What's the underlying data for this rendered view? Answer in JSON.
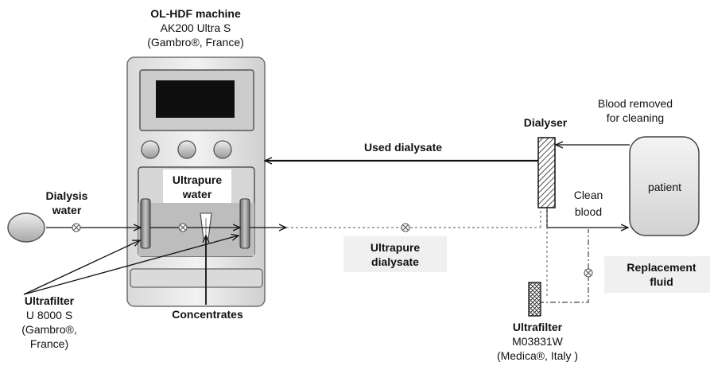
{
  "machine": {
    "title": "OL-HDF machine",
    "model": "AK200 Ultra S",
    "maker": "(Gambro®, France)"
  },
  "labels": {
    "ultrapure_water_1": "Ultrapure",
    "ultrapure_water_2": "water",
    "dialysis_water_1": "Dialysis",
    "dialysis_water_2": "water",
    "used_dialysate": "Used dialysate",
    "dialyser": "Dialyser",
    "blood_removed_1": "Blood removed",
    "blood_removed_2": "for cleaning",
    "patient": "patient",
    "clean_blood_1": "Clean",
    "clean_blood_2": "blood",
    "ultrapure_dialysate_1": "Ultrapure",
    "ultrapure_dialysate_2": "dialysate",
    "replacement_fluid_1": "Replacement",
    "replacement_fluid_2": "fluid",
    "concentrates": "Concentrates"
  },
  "ultrafilter_left": {
    "title": "Ultrafilter",
    "model": "U 8000 S",
    "maker_1": "(Gambro®,",
    "maker_2": "France)"
  },
  "ultrafilter_right": {
    "title": "Ultrafilter",
    "model": "M03831W",
    "maker": "(Medica®, Italy )"
  }
}
